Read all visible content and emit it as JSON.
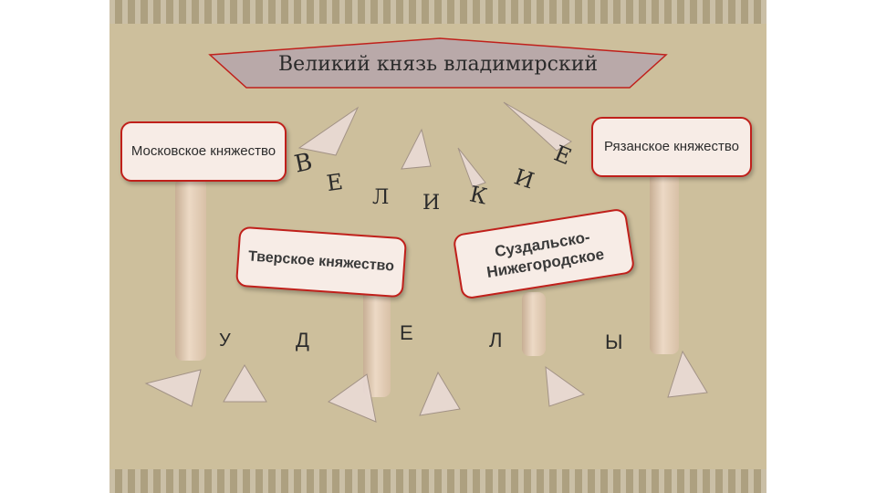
{
  "title": "Великий князь владимирский",
  "boxes": {
    "moscow": "Московское княжество",
    "ryazan": "Рязанское княжество",
    "tver": "Тверское княжество",
    "suzdal": "Суздальско-Нижегородское"
  },
  "arc_letters": [
    "В",
    "Е",
    "Л",
    "И",
    "К",
    "И",
    "Е"
  ],
  "bottom_letters": [
    "У",
    "Д",
    "Е",
    "Л",
    "Ы"
  ],
  "colors": {
    "accent": "#c0201b",
    "box_fill": "#f7ece6",
    "banner_fill": "#b9a9a9",
    "background": "#cdbf9c"
  }
}
